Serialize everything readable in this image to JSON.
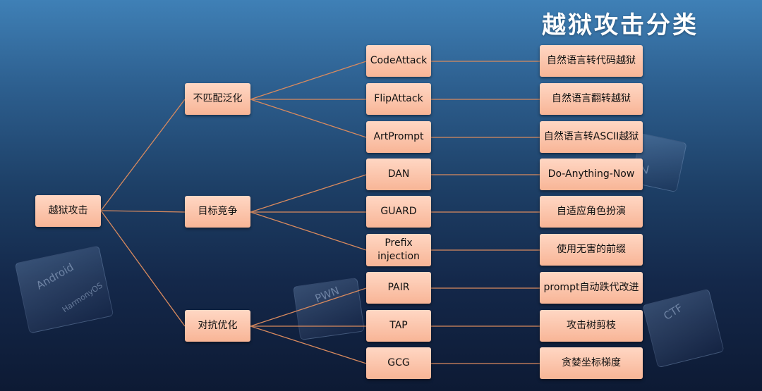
{
  "title": "越狱攻击分类",
  "background_decor": {
    "cube_left_labels": [
      "Android",
      "HarmonyOS"
    ],
    "cube_mid_label": "PWN",
    "cube_right_label": "CTF",
    "cube_top_right_label": "V"
  },
  "tree": {
    "root": "越狱攻击",
    "categories": [
      {
        "label": "不匹配泛化",
        "methods": [
          {
            "name": "CodeAttack",
            "desc": "自然语言转代码越狱"
          },
          {
            "name": "FlipAttack",
            "desc": "自然语言翻转越狱"
          },
          {
            "name": "ArtPrompt",
            "desc": "自然语言转ASCII越狱"
          }
        ]
      },
      {
        "label": "目标竞争",
        "methods": [
          {
            "name": "DAN",
            "desc": "Do-Anything-Now"
          },
          {
            "name": "GUARD",
            "desc": "自适应角色扮演"
          },
          {
            "name": "Prefix injection",
            "desc": "使用无害的前缀"
          }
        ]
      },
      {
        "label": "对抗优化",
        "methods": [
          {
            "name": "PAIR",
            "desc": "prompt自动跌代改进"
          },
          {
            "name": "TAP",
            "desc": "攻击树剪枝"
          },
          {
            "name": "GCG",
            "desc": "贪婪坐标梯度"
          }
        ]
      }
    ]
  },
  "colors": {
    "node_fill": "#f8b596",
    "connector": "#d98a5e"
  }
}
